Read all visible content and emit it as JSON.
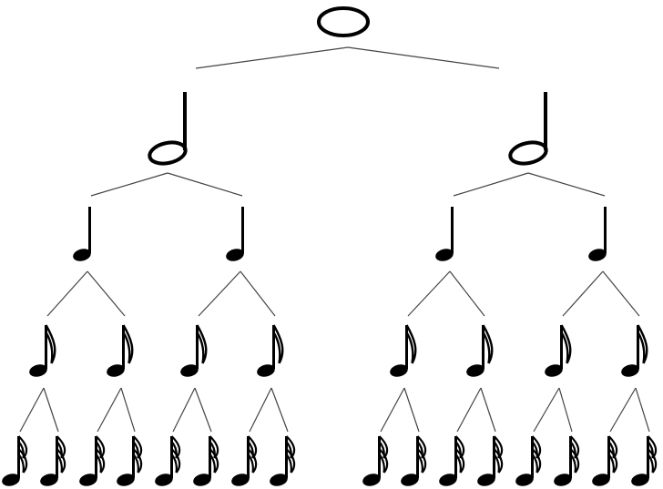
{
  "diagram": {
    "type": "note-value-tree",
    "colors": {
      "ink": "#000000",
      "line": "#444444",
      "background": "#ffffff"
    },
    "levels": [
      {
        "note": "whole-note",
        "count": 1
      },
      {
        "note": "half-note",
        "count": 2
      },
      {
        "note": "quarter-note",
        "count": 4
      },
      {
        "note": "eighth-note",
        "count": 8
      },
      {
        "note": "sixteenth-note",
        "count": 16
      }
    ]
  }
}
